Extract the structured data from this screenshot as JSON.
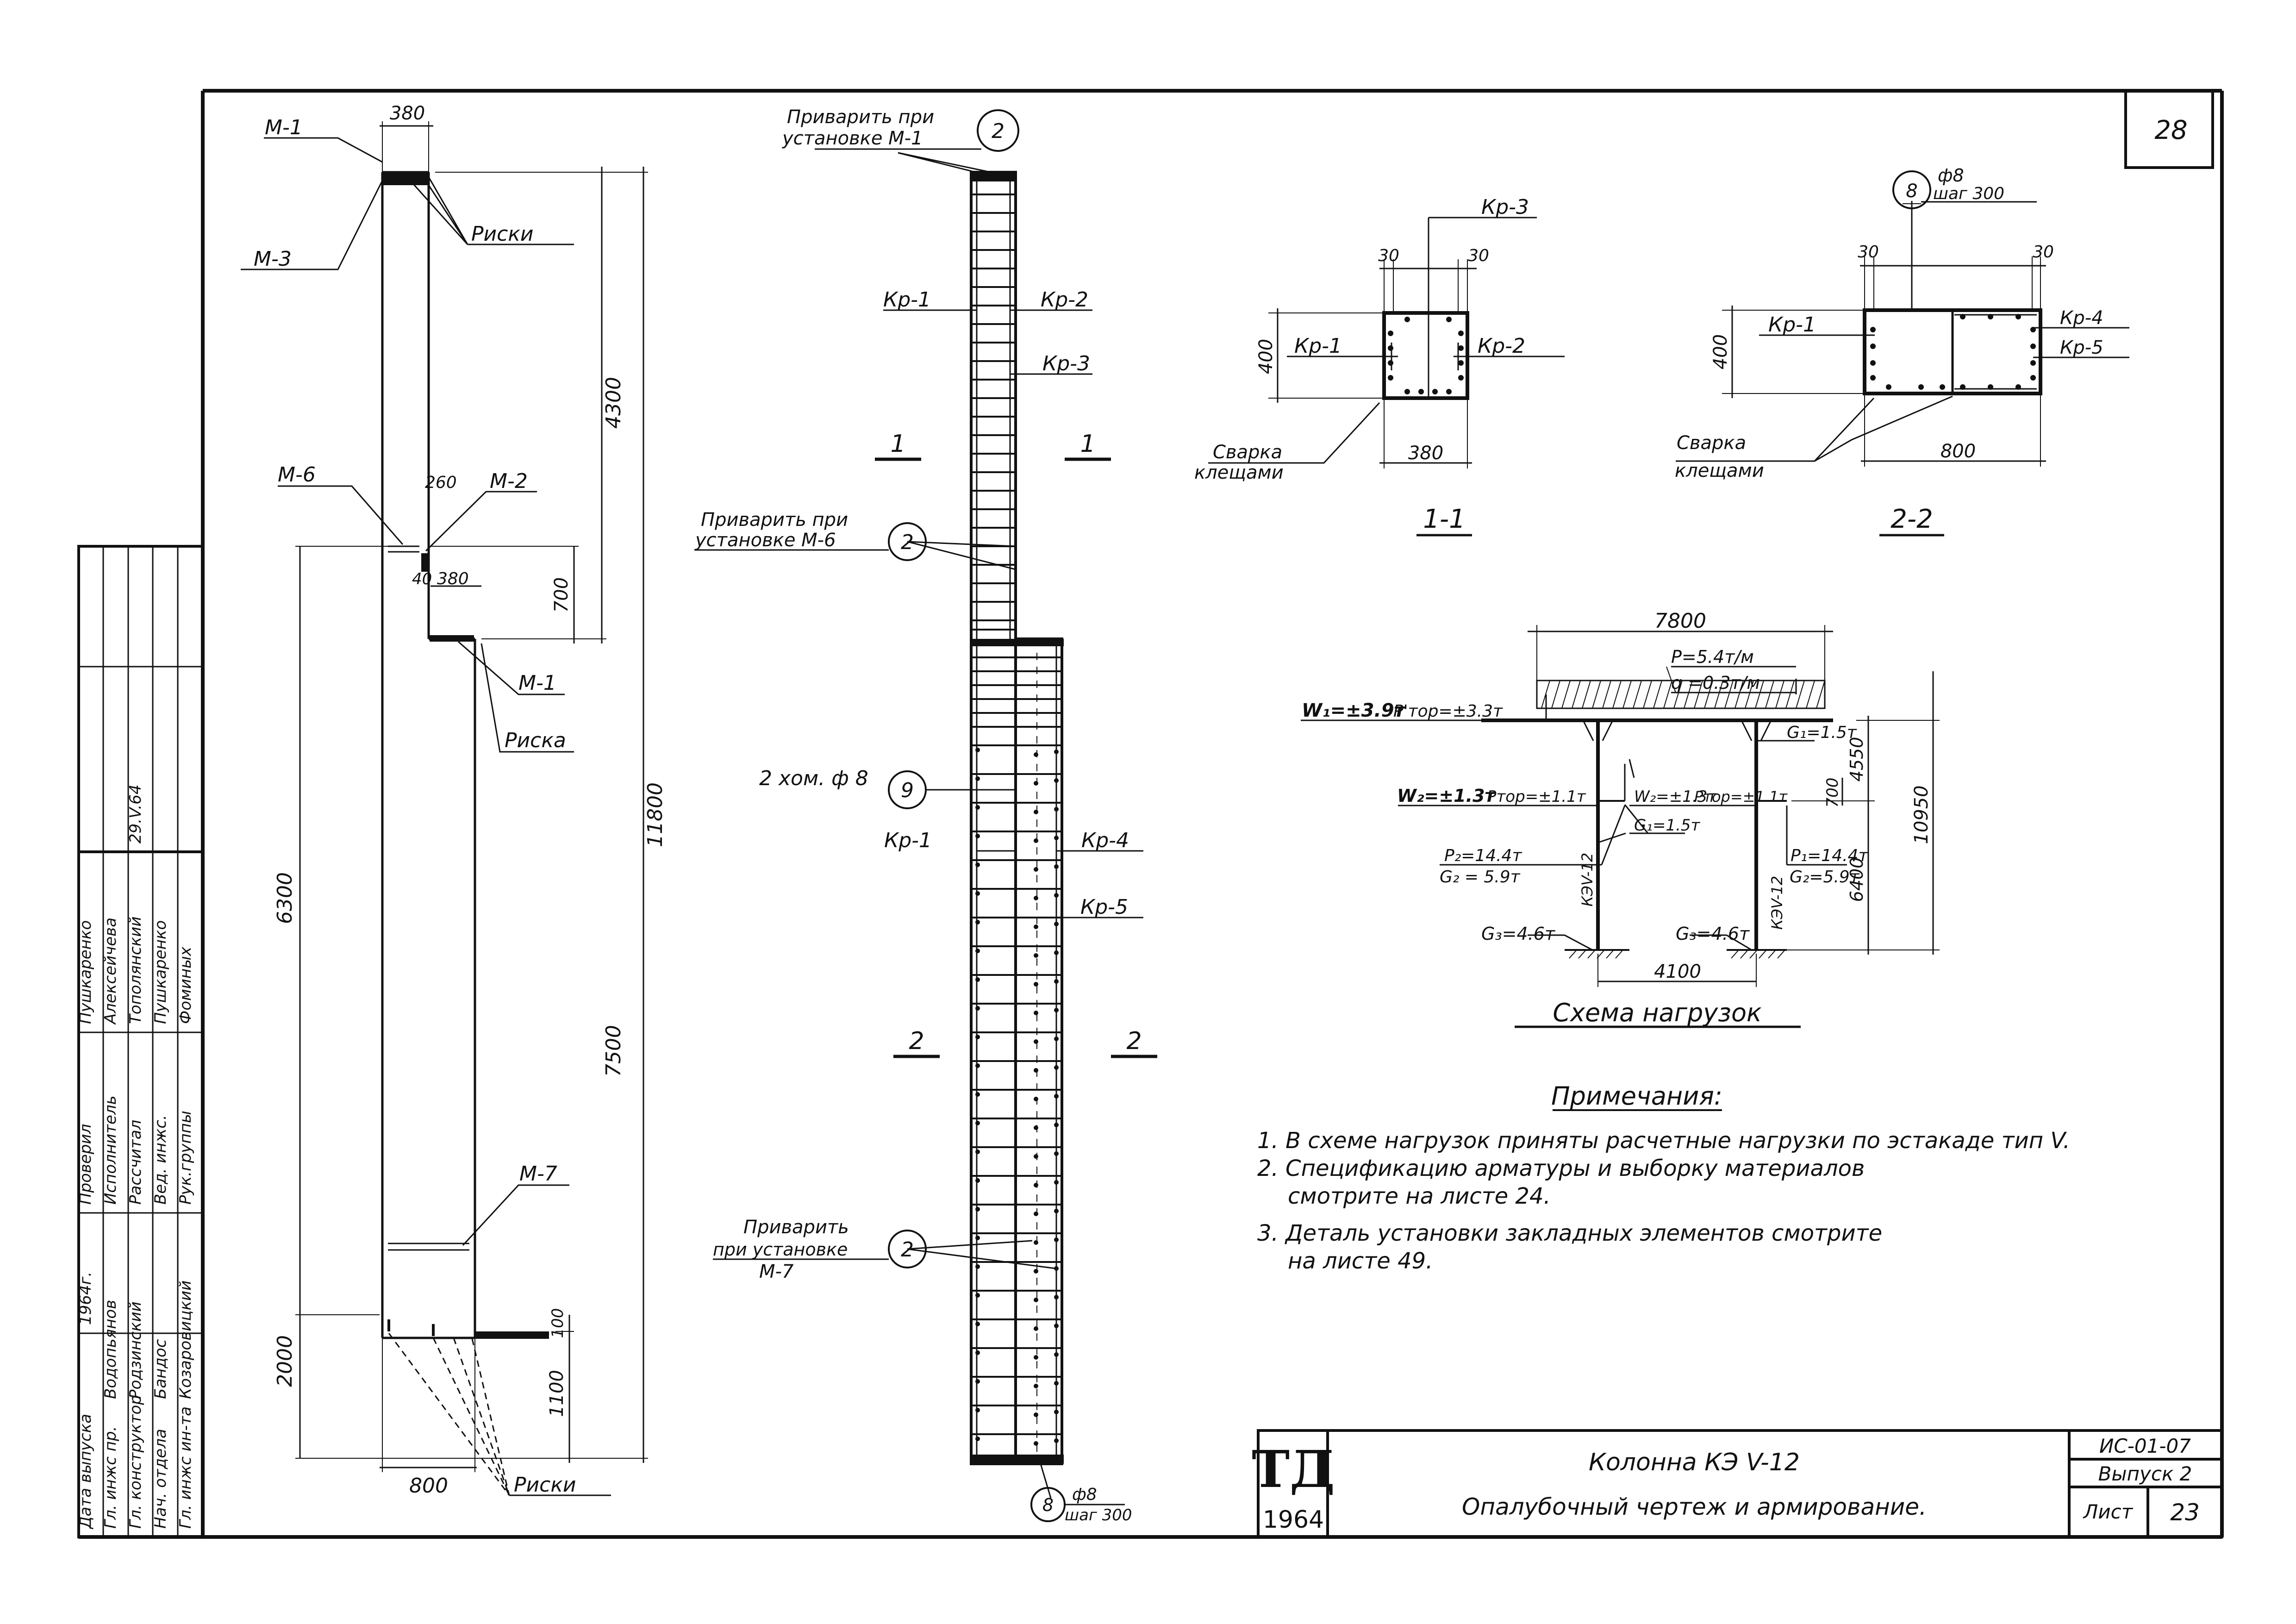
{
  "sheet": {
    "corner_number": "28",
    "sheet_number": "23"
  },
  "elevation": {
    "labels": {
      "m1_top": "М-1",
      "m3": "М-3",
      "riski_top": "Риски",
      "m6": "М-6",
      "m2": "М-2",
      "m1_mid": "М-1",
      "riska": "Риска",
      "m7": "М-7",
      "riski_bottom": "Риски"
    },
    "dims": {
      "top_width": "380",
      "d4300": "4300",
      "d11800": "11800",
      "d260": "260",
      "d40": "40",
      "d380b": "380",
      "d700": "700",
      "d6300": "6300",
      "d7500": "7500",
      "d2000": "2000",
      "d100": "100",
      "d1100": "1100",
      "d800": "800"
    }
  },
  "reinforcement": {
    "weld_m1": [
      "Приварить при",
      "установке М-1"
    ],
    "weld_m6": [
      "Приварить при",
      "установке М-6"
    ],
    "weld_m7": [
      "Приварить",
      "при установке",
      "М-7"
    ],
    "two_clamps": "2 хом. ф 8",
    "circle_2": "2",
    "circle_9": "9",
    "circle_8": "8",
    "kr1": "Кр-1",
    "kr2": "Кр-2",
    "kr3": "Кр-3",
    "kr4": "Кр-4",
    "kr5": "Кр-5",
    "sec_1": "1",
    "sec_2": "2",
    "bar_dia": "ф8",
    "step": "шаг 300"
  },
  "section_1": {
    "title": "1-1",
    "kr3": "Кр-3",
    "kr1": "Кр-1",
    "kr2": "Кр-2",
    "d30a": "30",
    "d30b": "30",
    "d400": "400",
    "d380": "380",
    "weld": [
      "Сварка",
      "клещами"
    ]
  },
  "section_2": {
    "title": "2-2",
    "kr1": "Кр-1",
    "kr4": "Кр-4",
    "kr5": "Кр-5",
    "d30a": "30",
    "d30b": "30",
    "d400": "400",
    "d800": "800",
    "circle": "8",
    "bar_dia": "ф8",
    "step": "шаг 300",
    "weld": [
      "Сварка",
      "клещами"
    ]
  },
  "load_scheme": {
    "title": "Схема нагрузок",
    "span_top": "7800",
    "p_load": "P=5.4т/м",
    "q_load": "q =0.3т/м",
    "w1": "W₁=±3.9т",
    "p_top": "P'тор=±3.3т",
    "w2": "W₂=±1.3т",
    "p_mid": "Pтор=±1.1т",
    "w2b": "W₂=±1.3т",
    "p_mid_b": "Pтор=±1.1т",
    "g1_left": "G₁=1.5т",
    "g1_right": "G₁=1.5т",
    "p2": "P₂=14.4т",
    "g2_left": "G₂ = 5.9т",
    "p1": "P₁=14.4т",
    "g2_right": "G₂=5.9т",
    "g3_left": "G₃=4.6т",
    "g3_right": "G₃=4.6т",
    "col_left": "КЭV-12",
    "col_right": "КЭV-12",
    "span_bottom": "4100",
    "d4550": "4550",
    "d6400": "6400",
    "d10950": "10950",
    "d700": "700"
  },
  "notes": {
    "title": "Примечания:",
    "items": [
      "1. В схеме нагрузок приняты расчетные нагрузки по эстакаде тип V.",
      "2. Спецификацию арматуры и выборку материалов",
      "смотрите на листе 24.",
      "3. Деталь установки закладных элементов смотрите",
      "на листе 49."
    ]
  },
  "stamp": {
    "rows": [
      [
        "Гл. инжс ин-та",
        "Козаровицкий",
        "",
        "Рук.группы",
        "Фоминых",
        ""
      ],
      [
        "Нач. отдела",
        "Бандос",
        "",
        "Вед. инжс.",
        "Пушкаренко",
        ""
      ],
      [
        "Гл. конструктор",
        "Родзинский",
        "",
        "Рассчитал",
        "Тополянский",
        "29.V.64"
      ],
      [
        "Гл. инжс пр.",
        "Водопьянов",
        "",
        "Исполнитель",
        "Алексейчева",
        ""
      ],
      [
        "Дата выпуска",
        "",
        "1964г.",
        "Проверил",
        "Пушкаренко",
        ""
      ]
    ]
  },
  "title_block": {
    "logo": "ТД",
    "year": "1964",
    "line1": "Колонна КЭ V-12",
    "line2": "Опалубочный чертеж и армирование.",
    "code": "ИС-01-07",
    "issue": "Выпуск 2",
    "sheet_label": "Лист"
  }
}
